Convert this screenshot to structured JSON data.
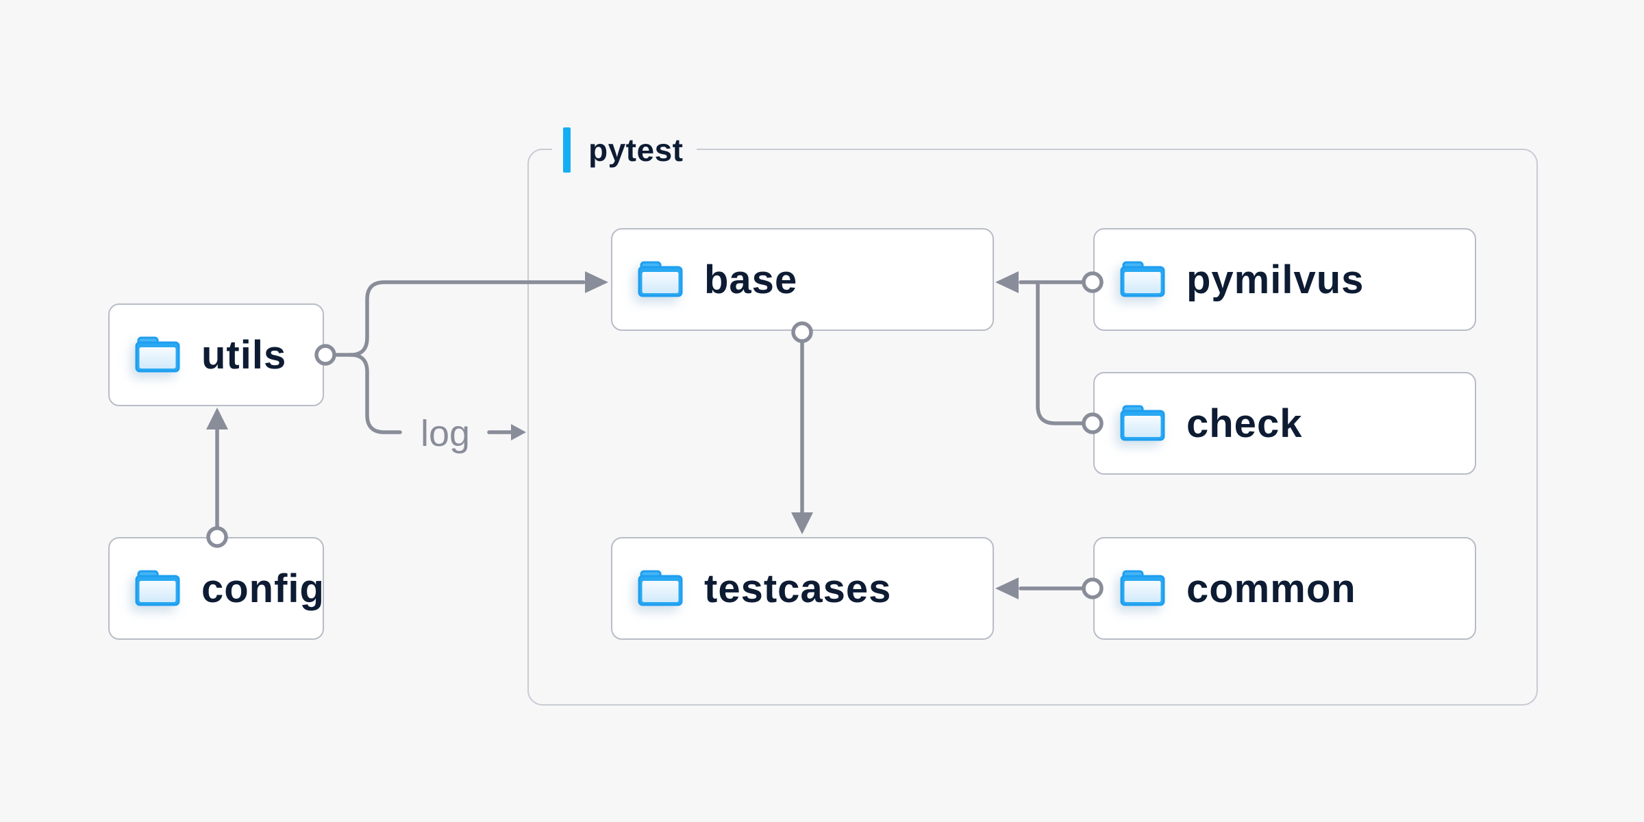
{
  "diagram": {
    "background": "#f7f7f8",
    "group": {
      "label": "pytest",
      "accent_color": "#15aef2"
    },
    "nodes": {
      "utils": {
        "label": "utils"
      },
      "config": {
        "label": "config"
      },
      "base": {
        "label": "base"
      },
      "pymilvus": {
        "label": "pymilvus"
      },
      "check": {
        "label": "check"
      },
      "testcases": {
        "label": "testcases"
      },
      "common": {
        "label": "common"
      }
    },
    "edge_label": "log",
    "edges": [
      {
        "from": "config",
        "to": "utils"
      },
      {
        "from": "utils",
        "to": "base"
      },
      {
        "from": "utils",
        "to": "log",
        "label": "log"
      },
      {
        "from": "pymilvus",
        "to": "base"
      },
      {
        "from": "check",
        "to": "base"
      },
      {
        "from": "base",
        "to": "testcases"
      },
      {
        "from": "common",
        "to": "testcases"
      }
    ],
    "icon": "folder-icon",
    "colors": {
      "node_border": "#b8bcc6",
      "group_border": "#c8cbd3",
      "connector": "#898d99",
      "text": "#0d1b33",
      "folder_blue": "#2aa9f2",
      "accent": "#15aef2"
    }
  }
}
